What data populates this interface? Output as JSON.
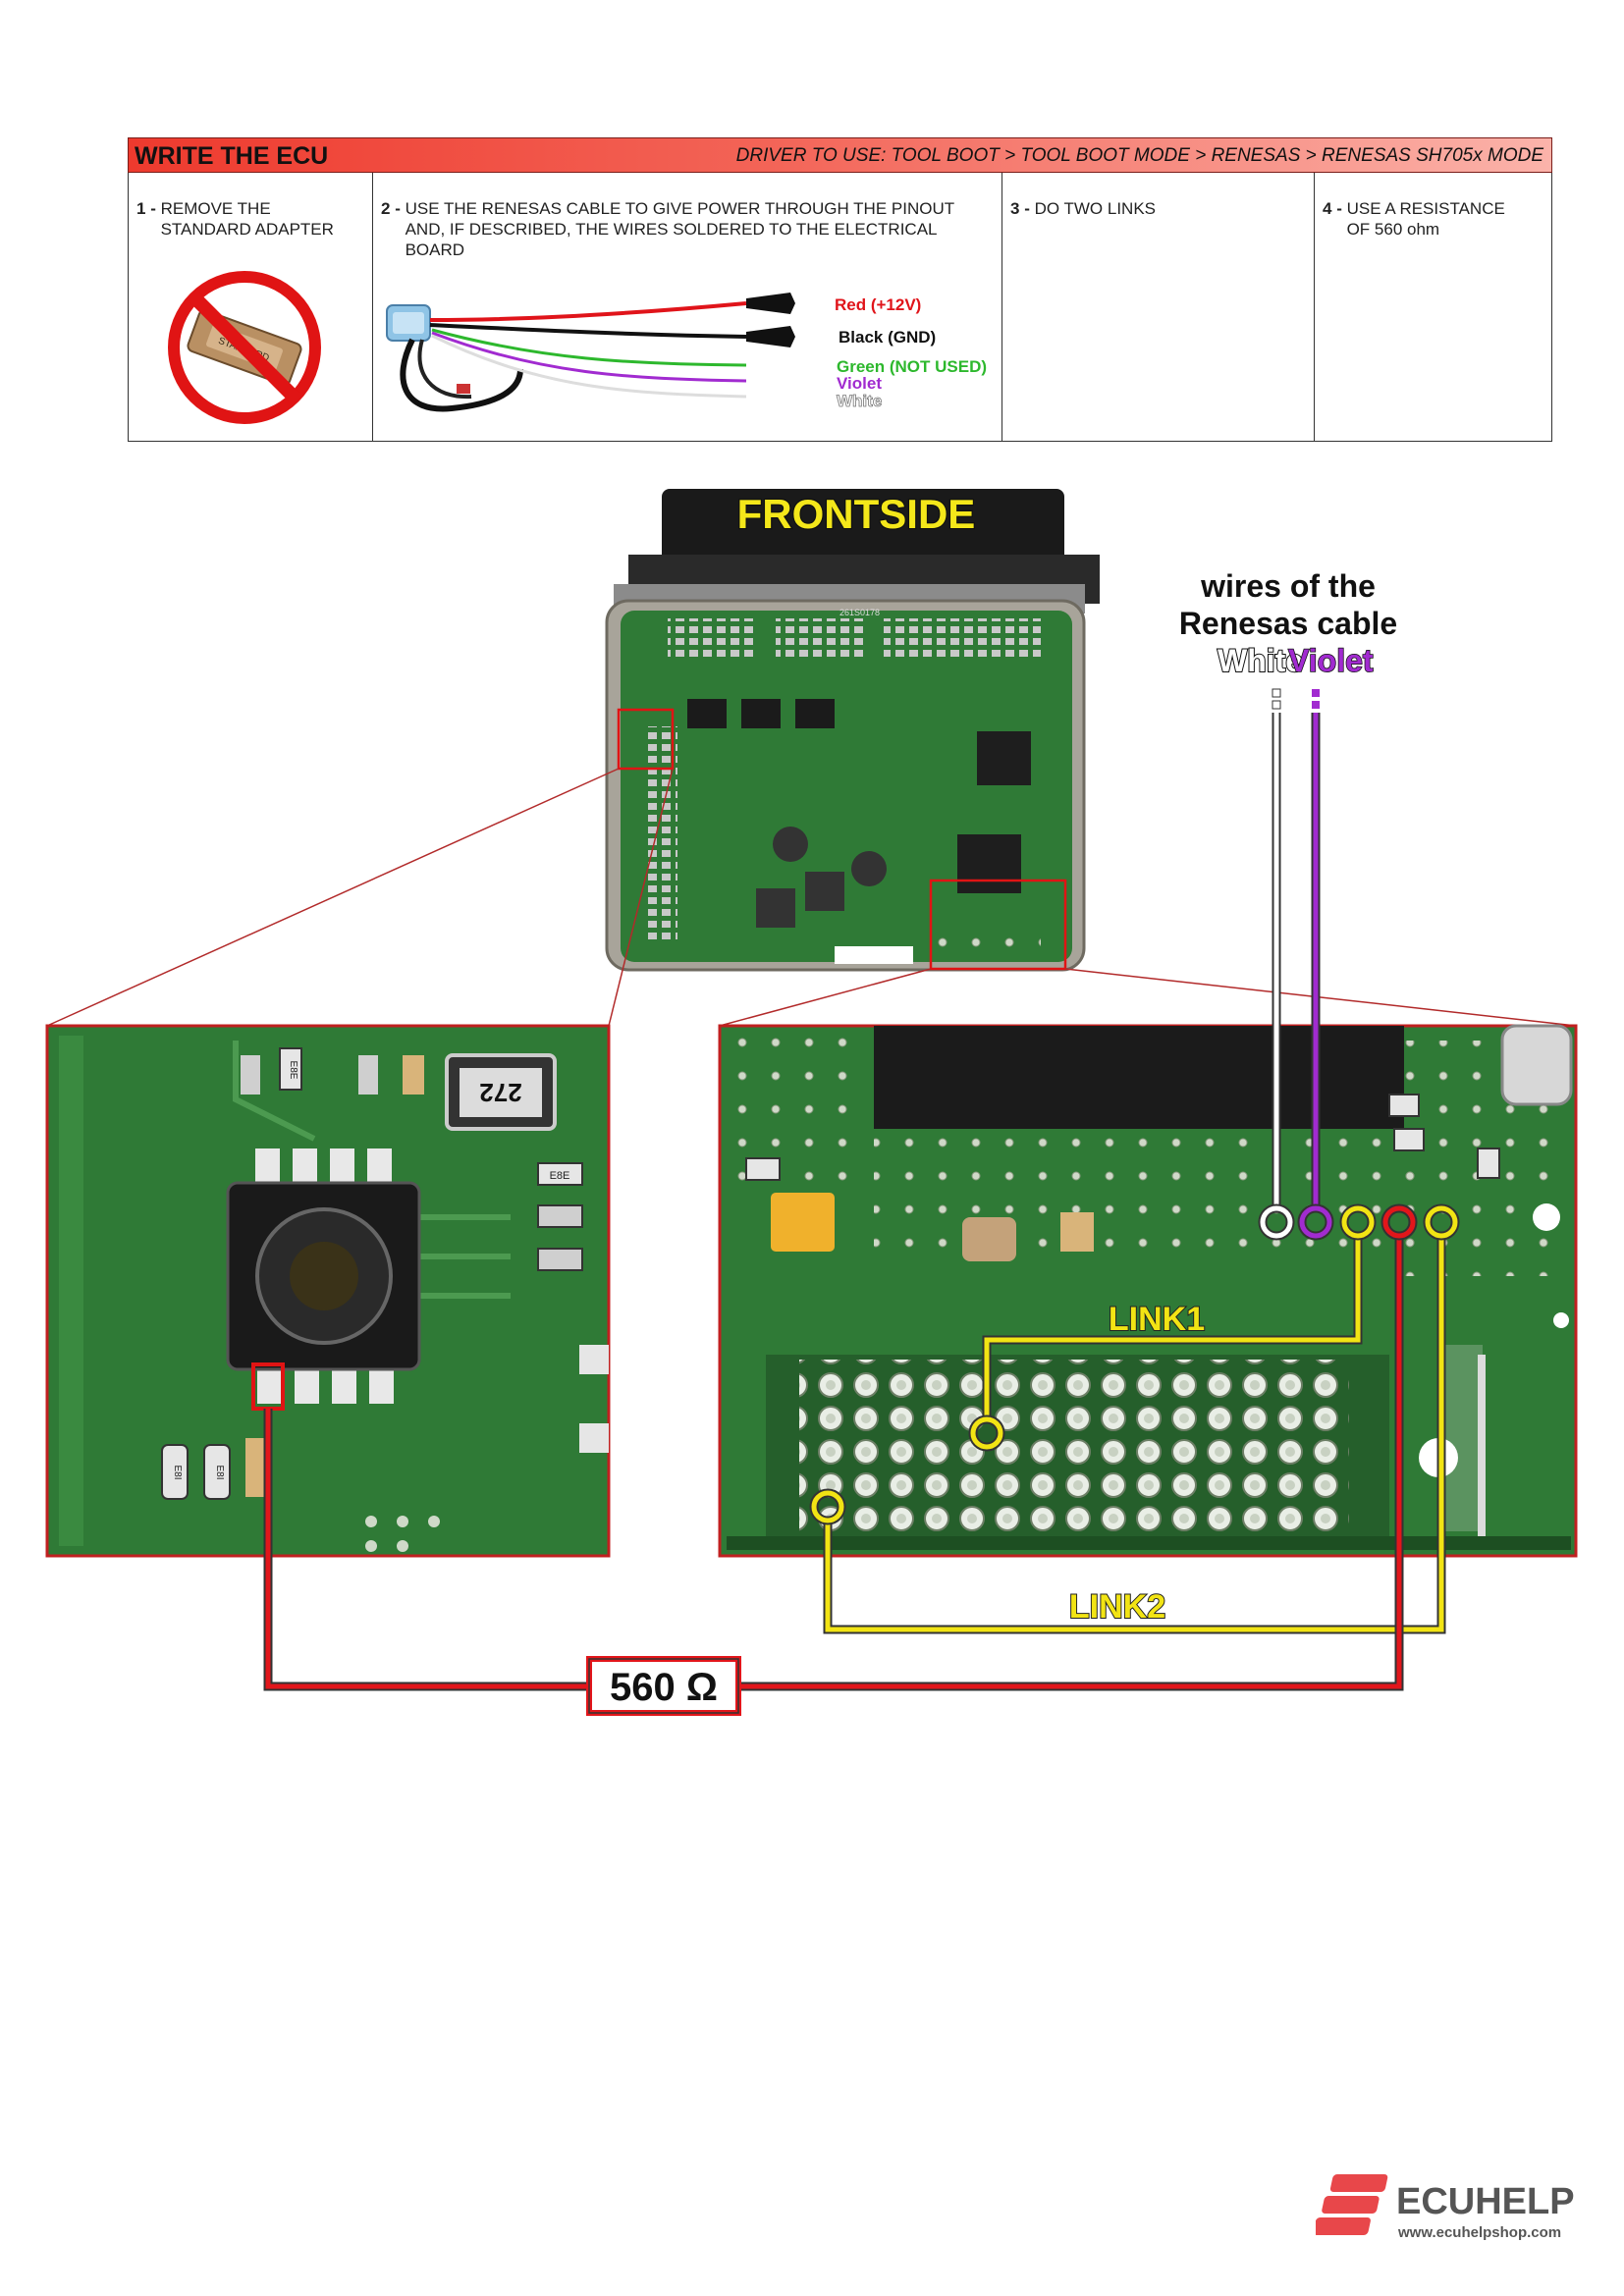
{
  "header": {
    "title": "WRITE THE ECU",
    "driver": "DRIVER TO USE:  TOOL BOOT > TOOL BOOT MODE > RENESAS > RENESAS SH705x MODE"
  },
  "steps": [
    {
      "num": "1",
      "text": "REMOVE THE STANDARD ADAPTER"
    },
    {
      "num": "2",
      "text": "USE THE RENESAS CABLE TO GIVE POWER THROUGH THE PINOUT AND, IF DESCRIBED, THE WIRES SOLDERED TO THE ELECTRICAL BOARD"
    },
    {
      "num": "3",
      "text": "DO TWO LINKS"
    },
    {
      "num": "4",
      "text": "USE A RESISTANCE OF 560 ohm"
    }
  ],
  "adapter_label": "STANDARD",
  "cable_wires": [
    {
      "label": "Red (+12V)",
      "color": "#e0141a"
    },
    {
      "label": "Black (GND)",
      "color": "#111111"
    },
    {
      "label": "Green (NOT USED)",
      "color": "#2db82d"
    },
    {
      "label": "Violet",
      "color": "#a12bd0"
    },
    {
      "label": "White",
      "color": "#ffffff"
    }
  ],
  "ecu": {
    "side_label": "FRONTSIDE",
    "barcode": "261S0178"
  },
  "chip_labels": {
    "resistor": "272",
    "small1": "E8E",
    "small2": "E8E",
    "small3": "E8I",
    "small4": "E8I"
  },
  "renesas_note": {
    "line1": "wires of the",
    "line2": "Renesas cable",
    "white": "White",
    "violet": "Violet"
  },
  "links": {
    "link1": "LINK1",
    "link2": "LINK2"
  },
  "resistor_value": "560 Ω",
  "footer": {
    "brand": "ECUHELP",
    "url": "www.ecuhelpshop.com"
  },
  "colors": {
    "pcb": "#2f7a36",
    "pcb_dark": "#1f5a26",
    "red_wire": "#e2161b",
    "yellow_wire": "#f2e414",
    "violet": "#a12bd0"
  }
}
